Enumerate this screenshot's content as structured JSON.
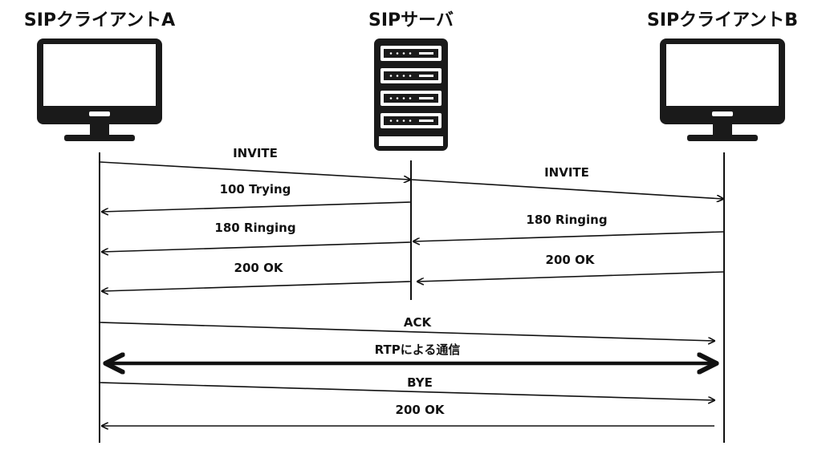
{
  "participants": {
    "client_a": "SIPクライアントA",
    "server": "SIPサーバ",
    "client_b": "SIPクライアントB"
  },
  "messages": {
    "invite_a_to_server": "INVITE",
    "invite_server_to_b": "INVITE",
    "trying_server_to_a": "100 Trying",
    "ringing_b_to_server": "180 Ringing",
    "ringing_server_to_a": "180 Ringing",
    "ok_b_to_server": "200 OK",
    "ok_server_to_a": "200 OK",
    "ack_a_to_b": "ACK",
    "rtp_a_b": "RTPによる通信",
    "bye_a_to_b": "BYE",
    "ok_b_to_a": "200 OK"
  }
}
